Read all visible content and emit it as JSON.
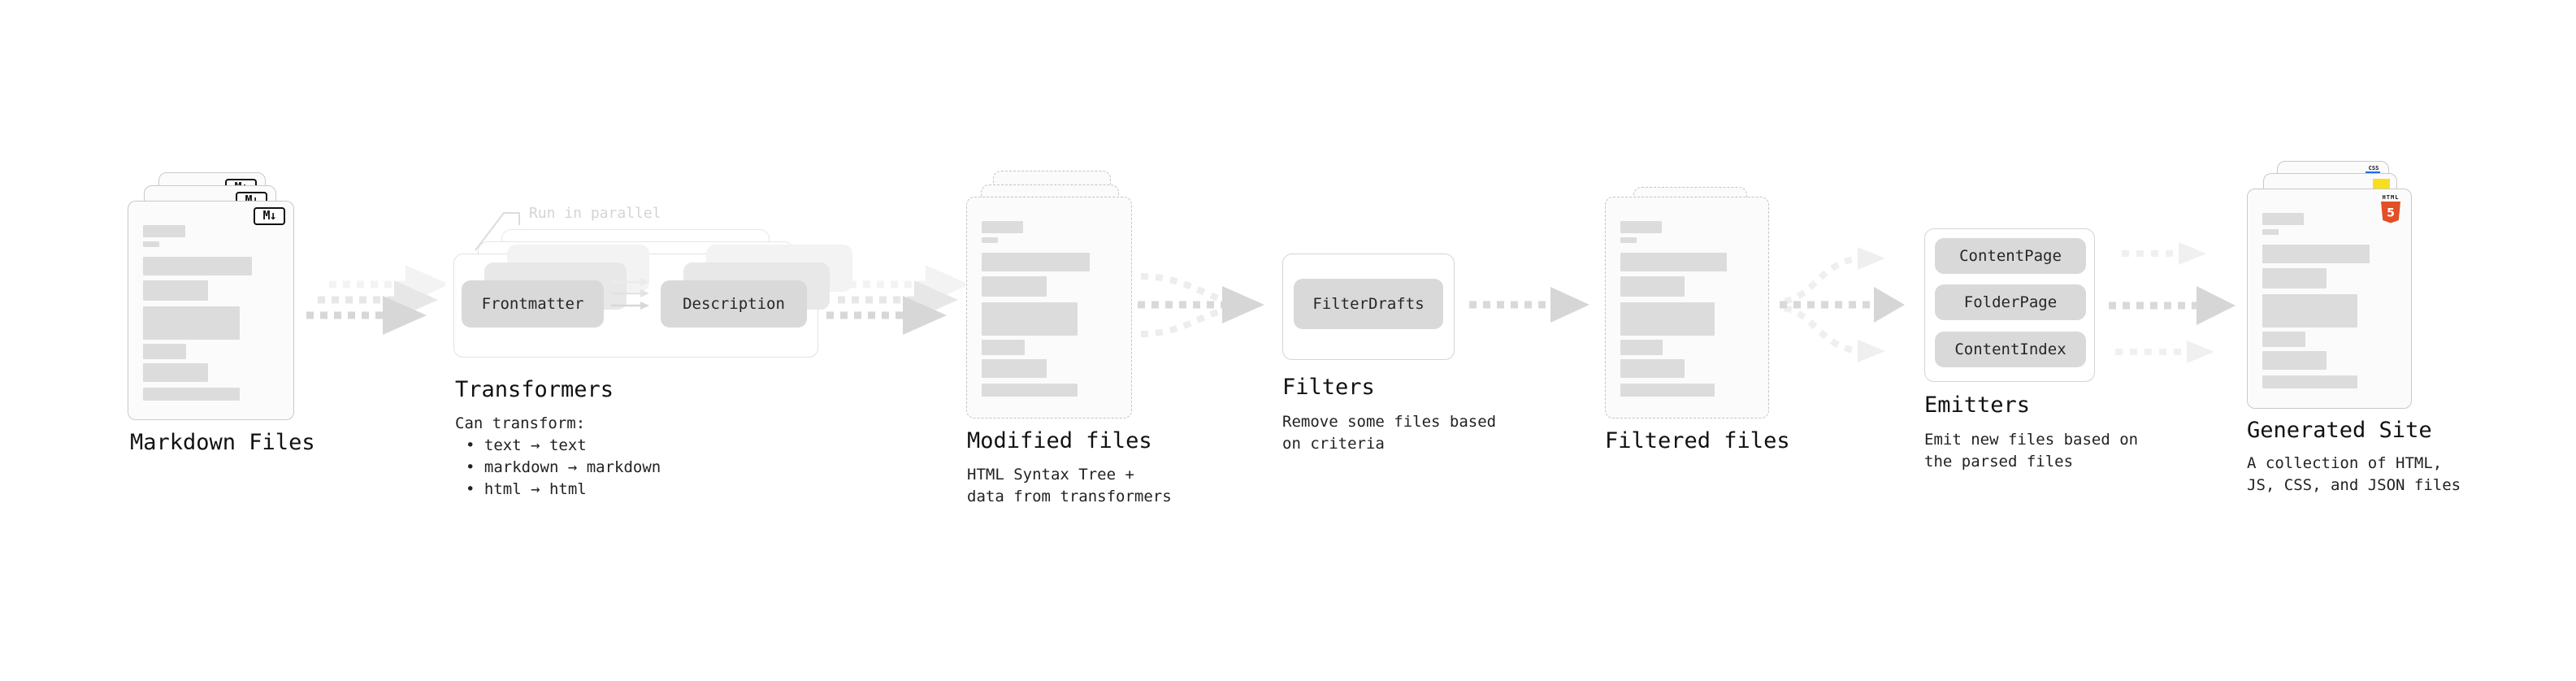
{
  "stages": {
    "markdown_files": {
      "label": "Markdown Files",
      "badge": "M↓"
    },
    "transformers": {
      "label": "Transformers",
      "note": "Run in parallel",
      "pill_left": "Frontmatter",
      "pill_right": "Description",
      "desc_title": "Can transform:",
      "bullets": [
        "• text → text",
        "• markdown → markdown",
        "• html → html"
      ]
    },
    "modified_files": {
      "label": "Modified files",
      "desc_line1": "HTML Syntax Tree +",
      "desc_line2": "data from transformers"
    },
    "filters": {
      "label": "Filters",
      "pill": "FilterDrafts",
      "desc_line1": "Remove some files based",
      "desc_line2": "on criteria"
    },
    "filtered_files": {
      "label": "Filtered files"
    },
    "emitters": {
      "label": "Emitters",
      "pills": [
        "ContentPage",
        "FolderPage",
        "ContentIndex"
      ],
      "desc_line1": "Emit new files based on",
      "desc_line2": "the parsed files"
    },
    "generated_site": {
      "label": "Generated Site",
      "desc_line1": "A collection of HTML,",
      "desc_line2": "JS, CSS, and JSON files",
      "badge_html_word": "HTML",
      "badge_html_number": "5",
      "badge_css": "CSS"
    }
  },
  "colors": {
    "html5_orange": "#e34f26",
    "js_yellow": "#f7df1e",
    "css_blue": "#1a6cf5"
  }
}
